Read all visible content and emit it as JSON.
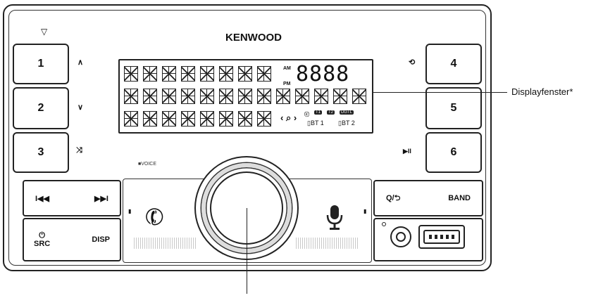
{
  "brand": "KENWOOD",
  "keys": {
    "k1": "1",
    "k2": "2",
    "k3": "3",
    "k4": "4",
    "k5": "5",
    "k6": "6"
  },
  "side_symbols": {
    "up": "∧",
    "down": "∨",
    "shuffle": "⤨",
    "loop": "⟲",
    "playpause": "▶II",
    "eject": "▽"
  },
  "controls": {
    "prev": "I◀◀",
    "next": "▶▶I",
    "power": "⏻",
    "src": "SRC",
    "disp": "DISP",
    "search": "Q/⮌",
    "band": "BAND",
    "voice": "■VOICE"
  },
  "display": {
    "am": "AM",
    "pm": "PM",
    "clock": "8888",
    "bt1": "BT 1",
    "bt2": "BT 2",
    "dgtl": "DGTL",
    "t1": "T1",
    "t2": "T2"
  },
  "callouts": {
    "display_window": "Displayfenster*"
  }
}
